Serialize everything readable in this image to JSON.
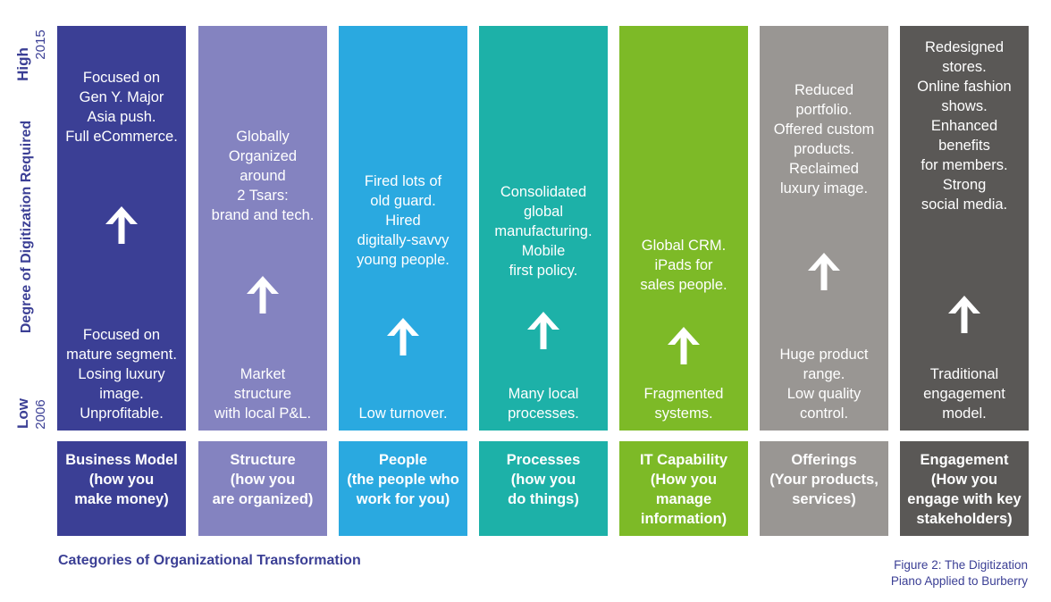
{
  "axis": {
    "title": "Degree of Digitization Required",
    "high_label": "High",
    "high_year": "2015",
    "low_label": "Low",
    "low_year": "2006"
  },
  "columns": [
    {
      "color": "#3b3f95",
      "top_lines": [
        "Focused on",
        "Gen Y. Major",
        "Asia push.",
        "Full eCommerce."
      ],
      "bottom_lines": [
        "Focused on",
        "mature segment.",
        "Losing luxury",
        "image.",
        "Unprofitable."
      ],
      "category_lines": [
        "Business Model",
        "(how you",
        "make money)"
      ]
    },
    {
      "color": "#8483c0",
      "top_lines": [
        "Globally",
        "Organized",
        "around",
        "2 Tsars:",
        "brand and tech."
      ],
      "bottom_lines": [
        "Market",
        "structure",
        "with local P&L."
      ],
      "category_lines": [
        "Structure",
        "(how you",
        "are organized)"
      ]
    },
    {
      "color": "#2aa9e0",
      "top_lines": [
        "Fired lots of",
        "old guard.",
        "Hired",
        "digitally-savvy",
        "young people."
      ],
      "bottom_lines": [
        "Low turnover."
      ],
      "category_lines": [
        "People",
        "(the people who",
        "work for you)"
      ]
    },
    {
      "color": "#1db1a8",
      "top_lines": [
        "Consolidated",
        "global",
        "manufacturing.",
        "Mobile",
        "first policy."
      ],
      "bottom_lines": [
        "Many local",
        "processes."
      ],
      "category_lines": [
        "Processes",
        "(how you",
        "do things)"
      ]
    },
    {
      "color": "#7dba27",
      "top_lines": [
        "Global CRM.",
        "iPads for",
        "sales people."
      ],
      "bottom_lines": [
        "Fragmented",
        "systems."
      ],
      "category_lines": [
        "IT Capability",
        "(How you",
        "manage",
        "information)"
      ]
    },
    {
      "color": "#999693",
      "top_lines": [
        "Reduced",
        "portfolio.",
        "Offered custom",
        "products.",
        "Reclaimed",
        "luxury image."
      ],
      "bottom_lines": [
        "Huge product",
        "range.",
        "Low quality",
        "control."
      ],
      "category_lines": [
        "Offerings",
        "(Your products,",
        "services)"
      ]
    },
    {
      "color": "#5a5856",
      "top_lines": [
        "Redesigned",
        "stores.",
        "Online fashion",
        "shows.",
        "Enhanced",
        "benefits",
        "for members.",
        "Strong",
        "social media."
      ],
      "bottom_lines": [
        "Traditional",
        "engagement",
        "model."
      ],
      "category_lines": [
        "Engagement",
        "(How you",
        "engage with key",
        "stakeholders)"
      ]
    }
  ],
  "caption": "Categories of Organizational Transformation",
  "figure_caption_lines": [
    "Figure 2: The Digitization",
    "Piano Applied to Burberry"
  ]
}
